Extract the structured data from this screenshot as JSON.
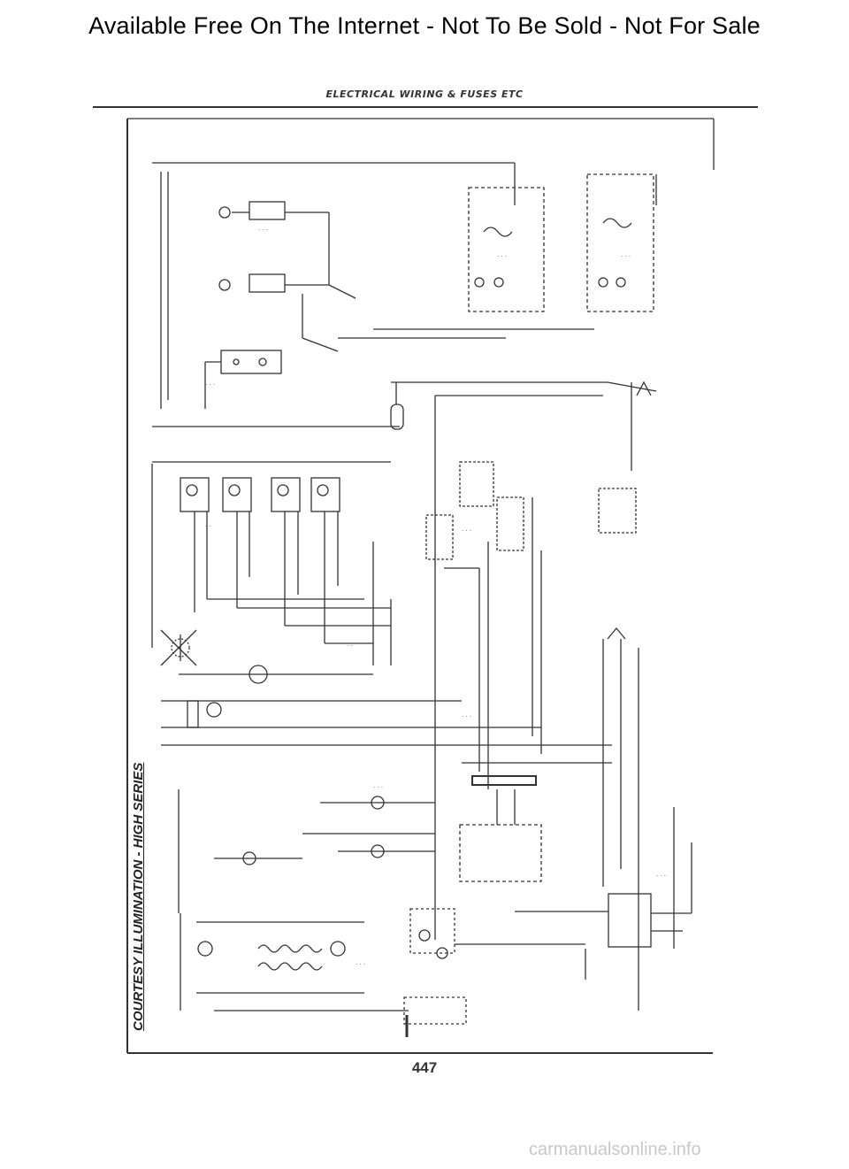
{
  "header": {
    "banner": "Available Free On The Internet - Not To Be Sold - Not For Sale",
    "section_title": "ELECTRICAL WIRING & FUSES ETC"
  },
  "diagram": {
    "title": "COURTESY ILLUMINATION - HIGH SERIES",
    "page_number": "447"
  },
  "footer": {
    "watermark": "carmanualsonline.info"
  },
  "colors": {
    "ink": "#222222",
    "faint": "#999999"
  }
}
